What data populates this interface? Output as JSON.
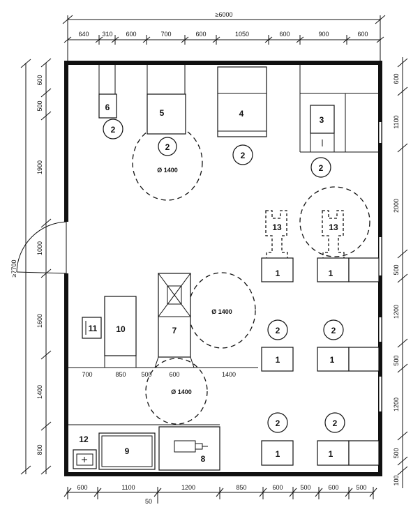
{
  "overall": {
    "width": "≥6000",
    "length": "≥7700"
  },
  "top_dims": [
    "640",
    "310",
    "600",
    "700",
    "600",
    "1050",
    "600",
    "900",
    "600"
  ],
  "bottom_dims": [
    "600",
    "1100",
    "1200",
    "850",
    "600",
    "500",
    "600",
    "500"
  ],
  "bottom_offset": "50",
  "left_dims": [
    "600",
    "500",
    "1900",
    "1000",
    "1600",
    "1400",
    "800"
  ],
  "right_dims": [
    "600",
    "1100",
    "2000",
    "500",
    "1200",
    "500",
    "1200",
    "500",
    "100"
  ],
  "inner_dims": [
    "700",
    "850",
    "500",
    "600",
    "1400"
  ],
  "diameters": [
    "Ø 1400",
    "Ø 1400",
    "Ø 1400"
  ],
  "items": {
    "workstation": "1",
    "chair": "2",
    "item3": "3",
    "item4": "4",
    "item5": "5",
    "item6": "6",
    "item7": "7",
    "item8": "8",
    "item9": "9",
    "item10": "10",
    "item11": "11",
    "item12": "12",
    "item13": "13"
  }
}
